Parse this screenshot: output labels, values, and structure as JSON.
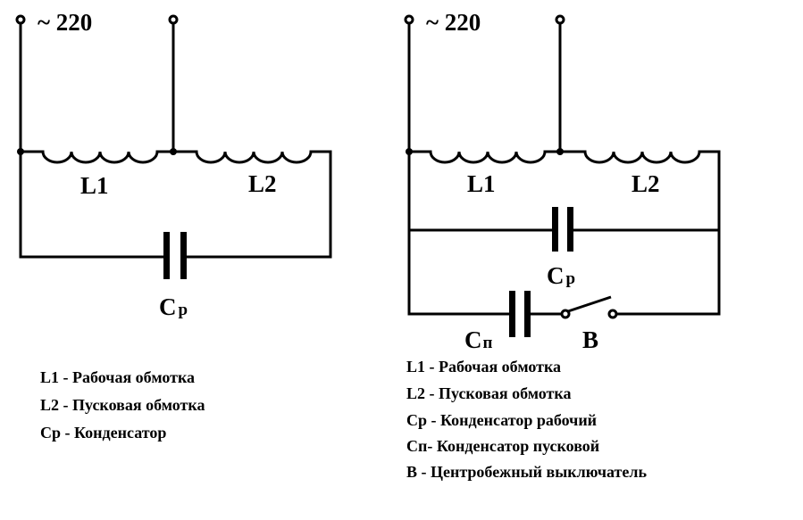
{
  "voltage_label": "~ 220",
  "left_diagram": {
    "coil1": "L1",
    "coil2": "L2",
    "capacitor": {
      "main": "C",
      "sub": "p"
    },
    "legend": [
      "L1 - Рабочая обмотка",
      "L2 - Пусковая обмотка",
      "Cр - Конденсатор"
    ]
  },
  "right_diagram": {
    "coil1": "L1",
    "coil2": "L2",
    "run_capacitor": {
      "main": "C",
      "sub": "p"
    },
    "start_capacitor": {
      "main": "C",
      "sub": "п"
    },
    "switch": "B",
    "legend": [
      "L1 - Рабочая обмотка",
      "L2 - Пусковая обмотка",
      "Cр - Конденсатор рабочий",
      "Cп- Конденсатор пусковой",
      "В - Центробежный выключатель"
    ]
  }
}
